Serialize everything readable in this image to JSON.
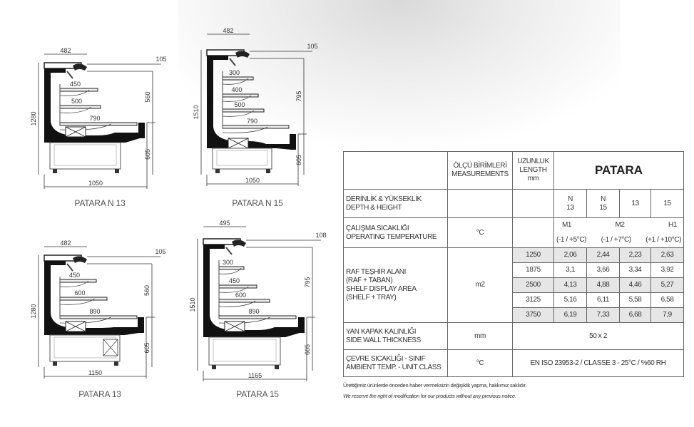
{
  "diagrams": [
    {
      "caption": "PATARA N 13",
      "dims": {
        "top": "482",
        "top_offset": "105",
        "total_height": "1280",
        "upper_height": "560",
        "lower_height": "605",
        "width": "1050"
      },
      "shelves": [
        "450",
        "500",
        "790"
      ]
    },
    {
      "caption": "PATARA N 15",
      "dims": {
        "top": "482",
        "top_offset": "105",
        "total_height": "1510",
        "upper_height": "795",
        "lower_height": "605",
        "width": "1050"
      },
      "shelves": [
        "300",
        "400",
        "500",
        "790"
      ]
    },
    {
      "caption": "PATARA 13",
      "dims": {
        "top": "482",
        "top_offset": "105",
        "total_height": "1280",
        "upper_height": "560",
        "lower_height": "605",
        "width": "1150"
      },
      "shelves": [
        "450",
        "600",
        "890"
      ]
    },
    {
      "caption": "PATARA 15",
      "dims": {
        "top": "495",
        "top_offset": "108",
        "total_height": "1510",
        "upper_height": "795",
        "lower_height": "605",
        "width": "1165"
      },
      "shelves": [
        "300",
        "450",
        "600",
        "890"
      ]
    }
  ],
  "table": {
    "header": {
      "measurements_tr": "ÖLÇÜ BİRİMLERİ",
      "measurements_en": "MEASUREMENTS",
      "length_tr": "UZUNLUK",
      "length_en": "LENGTH",
      "length_unit": "mm",
      "brand": "PATARA"
    },
    "depth": {
      "label_tr": "DERİNLİK & YÜKSEKLİK",
      "label_en": "DEPTH & HEIGHT",
      "models": [
        [
          "N",
          "13"
        ],
        [
          "N",
          "15"
        ],
        [
          "13",
          ""
        ],
        [
          "15",
          ""
        ]
      ]
    },
    "temperature": {
      "label_tr": "ÇALIŞMA SICAKLIĞI",
      "label_en": "OPERATING TEMPERATURE",
      "unit": "°C",
      "classes": [
        "M1",
        "M2",
        "H1"
      ],
      "ranges": [
        "(-1 / +5°C)",
        "(-1 / +7°C)",
        "(+1 / +10°C)"
      ]
    },
    "shelf_area": {
      "label_lines": [
        "RAF TEŞHİR ALANI",
        "(RAF + TABAN)",
        "SHELF DISPLAY AREA",
        "(SHELF + TRAY)"
      ],
      "unit": "m2",
      "rows": [
        {
          "length": "1250",
          "values": [
            "2,06",
            "2,44",
            "2,23",
            "2,63"
          ]
        },
        {
          "length": "1875",
          "values": [
            "3,1",
            "3,66",
            "3,34",
            "3,92"
          ]
        },
        {
          "length": "2500",
          "values": [
            "4,13",
            "4,88",
            "4,46",
            "5,27"
          ]
        },
        {
          "length": "3125",
          "values": [
            "5,16",
            "6,11",
            "5,58",
            "6,58"
          ]
        },
        {
          "length": "3750",
          "values": [
            "6,19",
            "7,33",
            "6,68",
            "7,9"
          ]
        }
      ]
    },
    "side_wall": {
      "label_tr": "YAN KAPAK KALINLIĞI",
      "label_en": "SIDE WALL THICKNESS",
      "unit": "mm",
      "value": "50 x 2"
    },
    "ambient": {
      "label_tr": "ÇEVRE SICAKLIĞI - SINIF",
      "label_en": "AMBIENT TEMP. - UNIT CLASS",
      "unit": "°C",
      "value": "EN ISO 23953-2 / CLASSE 3 - 25°C / %60 RH"
    }
  },
  "notes": {
    "tr": "Ürettiğimiz ürünlerde önceden haber vermeksizin değişiklik yapma, hakkımız saklıdır.",
    "en": "We reserve the right of modification for our products without any previous notice."
  }
}
